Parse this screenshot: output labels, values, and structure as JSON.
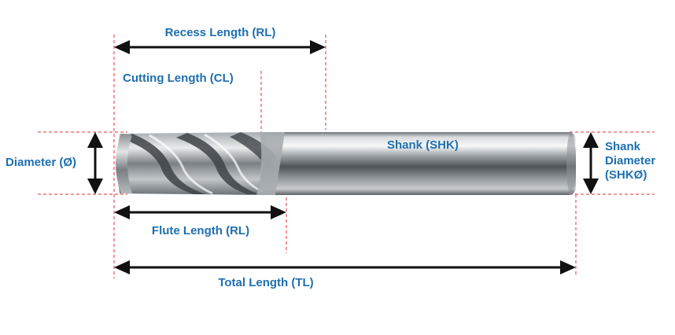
{
  "labels": {
    "recess_length": "Recess Length (RL)",
    "cutting_length": "Cutting Length (CL)",
    "diameter": "Diameter (Ø)",
    "shank": "Shank (SHK)",
    "shank_diameter_line1": "Shank",
    "shank_diameter_line2": "Diameter",
    "shank_diameter_line3": "(SHKØ)",
    "flute_length": "Flute Length (RL)",
    "total_length": "Total Length (TL)"
  },
  "colors": {
    "label": "#1e6fb0",
    "guide": "#e0303a",
    "arrow": "#111111"
  }
}
